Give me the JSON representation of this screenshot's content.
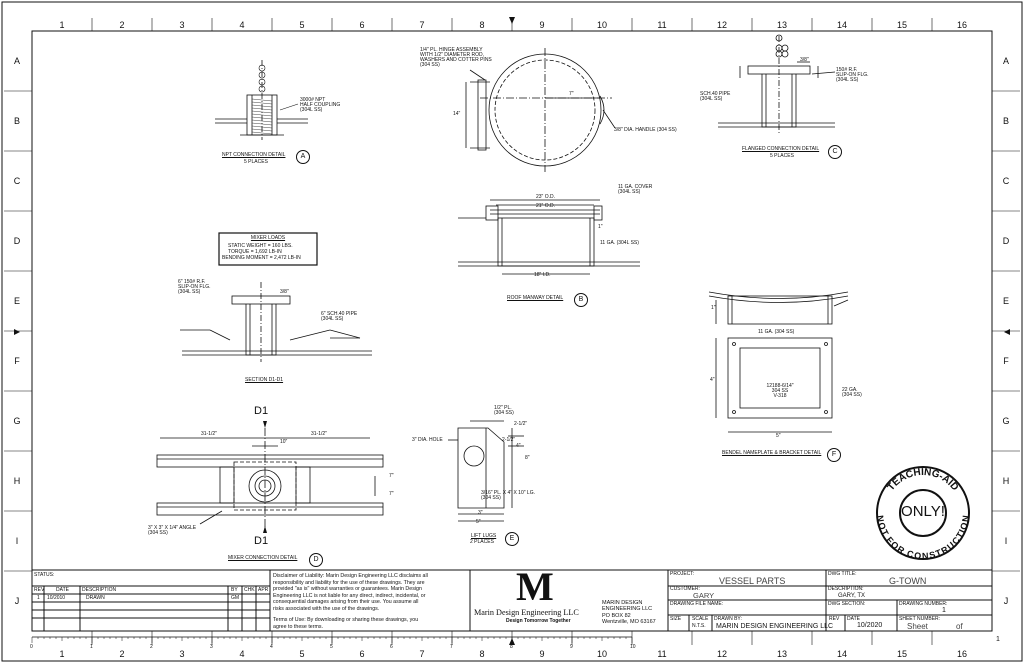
{
  "grid": {
    "columns": [
      "1",
      "2",
      "3",
      "4",
      "5",
      "6",
      "7",
      "8",
      "9",
      "10",
      "11",
      "12",
      "13",
      "14",
      "15",
      "16"
    ],
    "rows": [
      "A",
      "B",
      "C",
      "D",
      "E",
      "F",
      "G",
      "H",
      "I",
      "J"
    ]
  },
  "views": {
    "nipple": {
      "callout": "3000# NPT\nHALF COUPLING\n(304L SS)",
      "title": "NPT CONNECTION DETAIL",
      "count": "5 PLACES",
      "ref": "A"
    },
    "hinge": {
      "assembly": "1/4\" PL. HINGE ASSEMBLY\nWITH 1/2\" DIAMETER ROD,\nWASHERS AND COTTER PINS\n(304 SS)",
      "dim_h": "7\"",
      "dim_v": "14\"",
      "handle": "3/8\" DIA. HANDLE (304 SS)"
    },
    "flanged": {
      "pipe": "SCH.40 PIPE\n(304L SS)",
      "dim": "3/8\"",
      "flange": "150# R.F.\nSLIP-ON FLG.\n(304L SS)",
      "title": "FLANGED CONNECTION DETAIL",
      "count": "5 PLACES",
      "ref": "C"
    },
    "manway": {
      "od1": "23\" O.D.",
      "od2": "21\" O.D.",
      "cover": "11 GA. COVER\n(304L SS)",
      "side": "11 GA. (304L SS)",
      "dim_small": "1\"",
      "id": "18\" I.D.",
      "title": "ROOF MANWAY DETAIL",
      "ref": "B"
    },
    "loads": {
      "heading": "MIXER LOADS",
      "lines": [
        "STATIC WEIGHT = 160 LBS.",
        "TORQUE = 1,692 LB-IN",
        "BENDING MOMENT = 2,472 LB-IN"
      ]
    },
    "section": {
      "flange": "6\" 150# R.F.\nSLIP-ON FLG.\n(304L SS)",
      "dim": "3/8\"",
      "pipe": "6\" SCH.40 PIPE\n(304L SS)",
      "title": "SECTION D1-D1"
    },
    "mixer": {
      "label_top": "D1",
      "label_bottom": "D1",
      "dim_left": "31-1/2\"",
      "dim_center": "10\"",
      "dim_right": "31-1/2\"",
      "dim_r1": "7\"",
      "dim_r2": "7\"",
      "angle": "3\" X 3\" X 1/4\" ANGLE\n(304 SS)",
      "title": "MIXER CONNECTION DETAIL",
      "ref": "D"
    },
    "lug": {
      "pl": "1/2\" PL.\n(304 SS)",
      "d1": "2-1/2\"",
      "d2": "2-1/2\"",
      "d3": "4\"",
      "d4": "8\"",
      "hole": "3\" DIA. HOLE",
      "plate": "3/16\" PL. X 4\" X 10\" LG.\n(304 SS)",
      "d5": "3\"",
      "d6": "5\"",
      "title": "LIFT LUGS",
      "count": "2 PLACES",
      "ref": "E"
    },
    "nameplate": {
      "ga": "11 GA. (304 SS)",
      "d1": "1\"",
      "d2": "4\"",
      "d3": "5\"",
      "plate_text": "12188-6/14\"\n304 SS\nV-318",
      "ga22": "22 GA.\n(304 SS)",
      "title": "BENDEL NAMEPLATE & BRACKET DETAIL",
      "ref": "F"
    }
  },
  "stamp": {
    "top": "TEACHING-AID",
    "bottom": "NOT FOR CONSTRUCTION",
    "center": "ONLY!"
  },
  "title_block": {
    "status_label": "STATUS:",
    "rev_headers": [
      "REV",
      "DATE",
      "DESCRIPTION",
      "BY",
      "CHK",
      "APR"
    ],
    "rev_row": [
      "1",
      "10/2010",
      "DRAWN",
      "GM",
      "",
      ""
    ],
    "disclaimer": "Disclaimer of Liability: Marin Design Engineering LLC disclaims all\nresponsibility and liability for the use of these drawings. They are\nprovided \"as is\" without warranties or guarantees. Marin Design\nEngineering LLC is not liable for any direct, indirect, incidental, or\nconsequential damages arising from their use. You assume all\nrisks associated with the use of the drawings.",
    "terms": "Terms of Use: By downloading or sharing these drawings, you\nagree to these terms.",
    "logo_letter": "M",
    "logo_name": "Marin Design Engineering LLC",
    "logo_tag": "Design Tomorrow Together",
    "address": "MARIN DESIGN\nENGINEERING LLC\nPO BOX 82\nWentzville, MO 63167",
    "project_label": "PROJECT:",
    "project": "VESSEL PARTS",
    "customer_label": "CUSTOMER:",
    "customer": "GARY",
    "file_label": "DRAWING FILE NAME:",
    "size_label": "SIZE",
    "scale_label": "SCALE",
    "scale": "N.T.S.",
    "drawn_label": "DRAWN BY:",
    "drawn": "MARIN DESIGN ENGINEERING LLC",
    "dwg_title_label": "DWG TITLE:",
    "dwg_title": "G-TOWN",
    "desc_label": "DESCRIPTION:",
    "desc": "GARY, TX",
    "section_label": "DWG SECTION:",
    "number_label": "DRAWING NUMBER:",
    "number": "1",
    "rev_label": "REV",
    "date_label": "DATE",
    "date": "10/2020",
    "sheet_label": "SHEET NUMBER:",
    "sheet": "Sheet",
    "of": "of"
  },
  "scale_bar": [
    "0",
    "1",
    "2",
    "3",
    "4",
    "5",
    "6",
    "7",
    "8",
    "9",
    "10"
  ],
  "page_number": "1"
}
